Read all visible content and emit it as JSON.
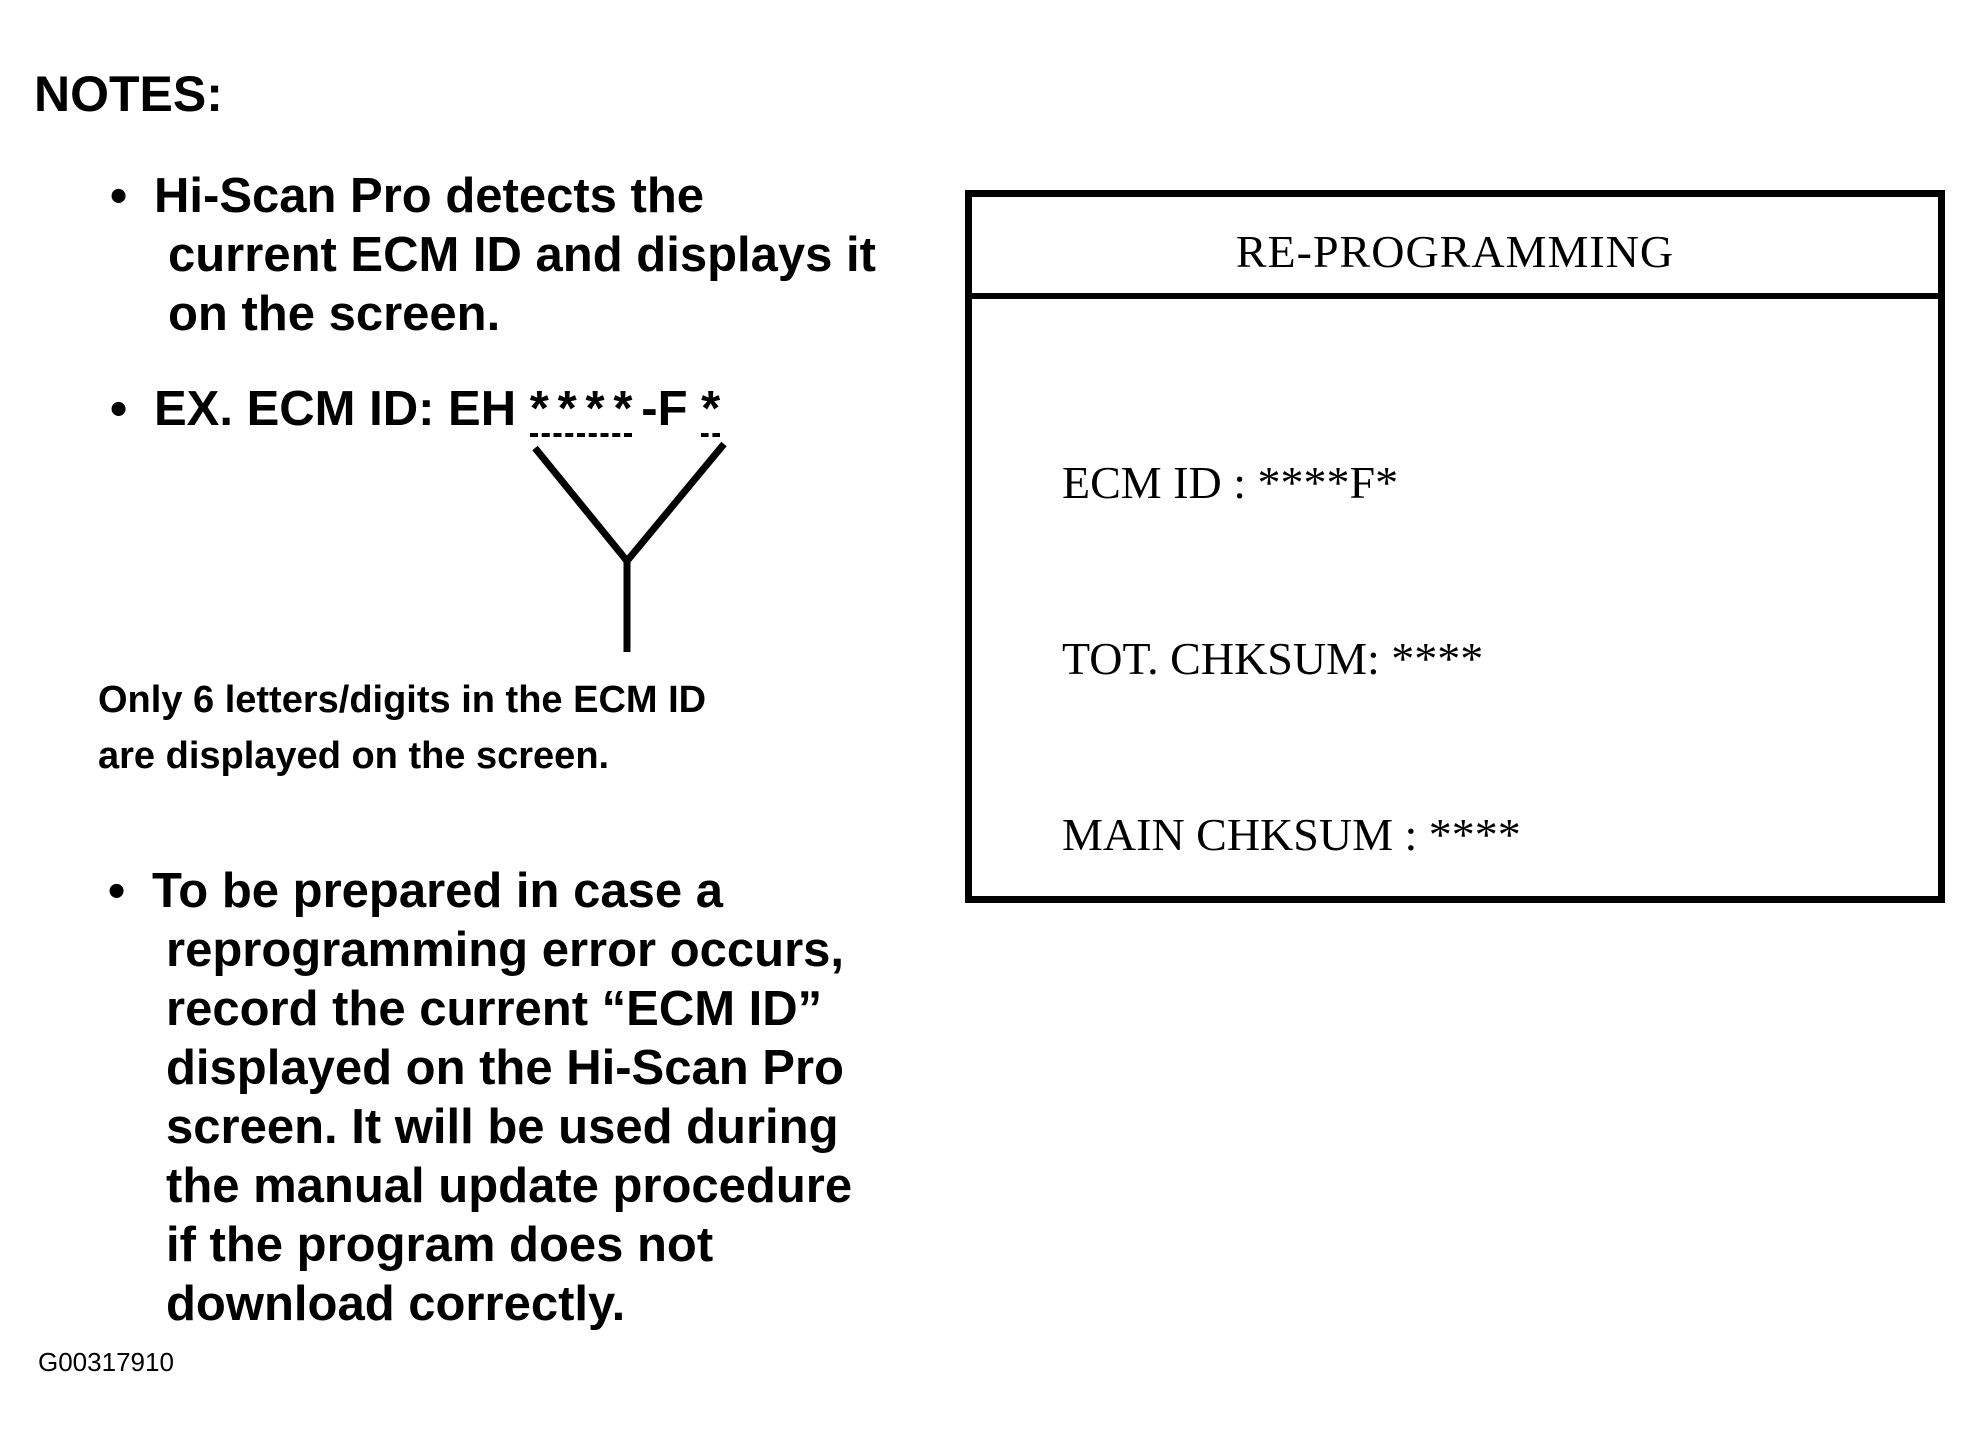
{
  "notes": {
    "heading": "NOTES:",
    "bullet_symbol": "•",
    "bullet_1": {
      "lines": [
        "Hi-Scan Pro detects the",
        "current ECM ID and displays it",
        "on the screen."
      ]
    },
    "bullet_2": {
      "prefix": "EX. ECM ID: EH ",
      "stars_group": "****",
      "middle": "-F ",
      "star_single": "*"
    },
    "caption": {
      "lines": [
        "Only 6 letters/digits in the ECM ID",
        "are displayed on the screen."
      ]
    },
    "bullet_3": {
      "lines": [
        "To be prepared in case a",
        "reprogramming error occurs,",
        "record the current “ECM ID”",
        "displayed on the Hi-Scan Pro",
        "screen.  It will be used during",
        "the manual update procedure",
        "if the program does not",
        "download correctly."
      ]
    }
  },
  "screen": {
    "title": "RE-PROGRAMMING",
    "fields": {
      "ecm_id": "ECM ID : ****F*",
      "tot_chksum": "TOT. CHKSUM: ****",
      "main_chksum": "MAIN CHKSUM : ****"
    }
  },
  "figure_id": "G00317910"
}
